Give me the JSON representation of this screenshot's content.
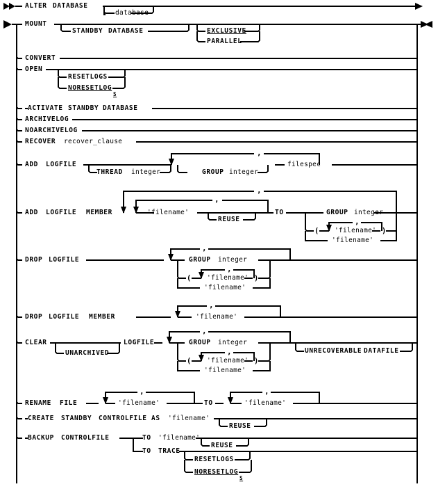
{
  "diagram": {
    "title": "ALTER DATABASE",
    "type": "railroad-syntax-diagram",
    "entry_arrow": "double-right-arrow",
    "exit_arrow": "right-arrow",
    "terminator": "double-headed-arrow",
    "ink_color": "#000000",
    "background_color": "#ffffff"
  },
  "tokens": {
    "alter": "ALTER",
    "database_kw": "DATABASE",
    "database_var": "database",
    "mount": "MOUNT",
    "standby": "STANDBY",
    "exclusive": "EXCLUSIVE",
    "parallel": "PARALLEL",
    "convert": "CONVERT",
    "open": "OPEN",
    "resetlogs": "RESETLOGS",
    "noresetlog": "NORESETLOG",
    "noresetlog_sub": "S",
    "activate": "ACTIVATE",
    "archivelog": "ARCHIVELOG",
    "noarchivelog": "NOARCHIVELOG",
    "recover": "RECOVER",
    "recover_clause": "recover_clause",
    "add": "ADD",
    "logfile": "LOGFILE",
    "thread": "THREAD",
    "integer": "integer",
    "group": "GROUP",
    "filespec": "filespec",
    "member": "MEMBER",
    "filename": "'filename'",
    "reuse": "REUSE",
    "to": "TO",
    "lparen": "(",
    "rparen": ")",
    "comma": ",",
    "drop": "DROP",
    "clear": "CLEAR",
    "unarchived": "UNARCHIVED",
    "unrecoverable": "UNRECOVERABLE",
    "datafile": "DATAFILE",
    "rename": "RENAME",
    "file": "FILE",
    "create": "CREATE",
    "controlfile": "CONTROLFILE",
    "as": "AS",
    "backup": "BACKUP",
    "trace": "TRACE"
  },
  "branches": [
    {
      "id": "alter-database",
      "label": "ALTER DATABASE",
      "optional": "database"
    },
    {
      "id": "mount",
      "label": "MOUNT",
      "sub": [
        "STANDBY DATABASE",
        "EXCLUSIVE",
        "PARALLEL"
      ]
    },
    {
      "id": "convert",
      "label": "CONVERT"
    },
    {
      "id": "open",
      "label": "OPEN",
      "sub": [
        "RESETLOGS",
        "NORESETLOGS"
      ]
    },
    {
      "id": "activate",
      "label": "ACTIVATE STANDBY DATABASE"
    },
    {
      "id": "archivelog",
      "label": "ARCHIVELOG"
    },
    {
      "id": "noarchivelog",
      "label": "NOARCHIVELOG"
    },
    {
      "id": "recover",
      "label": "RECOVER recover_clause"
    },
    {
      "id": "add-logfile",
      "label": "ADD LOGFILE",
      "sub": [
        "THREAD integer",
        "GROUP integer",
        "filespec"
      ]
    },
    {
      "id": "add-logfile-member",
      "label": "ADD LOGFILE MEMBER",
      "sub": [
        "'filename'",
        "REUSE",
        "TO",
        "GROUP integer",
        "( 'filename' )",
        "'filename'"
      ]
    },
    {
      "id": "drop-logfile",
      "label": "DROP LOGFILE",
      "sub": [
        "GROUP integer",
        "( 'filename' )",
        "'filename'"
      ]
    },
    {
      "id": "drop-logfile-member",
      "label": "DROP LOGFILE MEMBER",
      "sub": [
        "'filename'"
      ]
    },
    {
      "id": "clear-logfile",
      "label": "CLEAR LOGFILE",
      "sub": [
        "UNARCHIVED",
        "GROUP integer",
        "( 'filename' )",
        "'filename'",
        "UNRECOVERABLE DATAFILE"
      ]
    },
    {
      "id": "rename-file",
      "label": "RENAME FILE",
      "sub": [
        "'filename'",
        "TO",
        "'filename'"
      ]
    },
    {
      "id": "create-standby-controlfile",
      "label": "CREATE STANDBY CONTROLFILE AS 'filename'",
      "sub": [
        "REUSE"
      ]
    },
    {
      "id": "backup-controlfile",
      "label": "BACKUP CONTROLFILE",
      "sub": [
        "TO 'filename'",
        "REUSE",
        "TO TRACE",
        "RESETLOGS",
        "NORESETLOGS"
      ]
    }
  ]
}
